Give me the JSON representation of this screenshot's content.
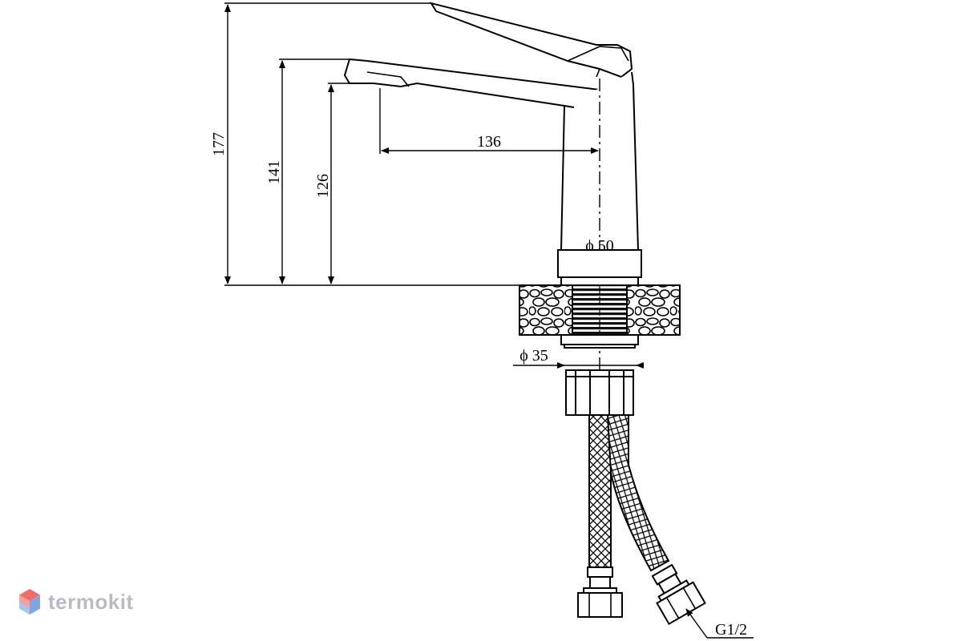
{
  "diagram": {
    "dimensions": {
      "total_height": "177",
      "lever_height": "141",
      "spout_height": "126",
      "spout_reach": "136",
      "body_diameter": "ϕ 50",
      "mount_diameter": "ϕ 35",
      "hose_thread": "G1/2"
    }
  },
  "watermark": {
    "brand": "termokit",
    "colors": {
      "logo_top": "#ef6b6b",
      "logo_bottom": "#7ea7e3",
      "text": "#b7bcc4"
    }
  }
}
